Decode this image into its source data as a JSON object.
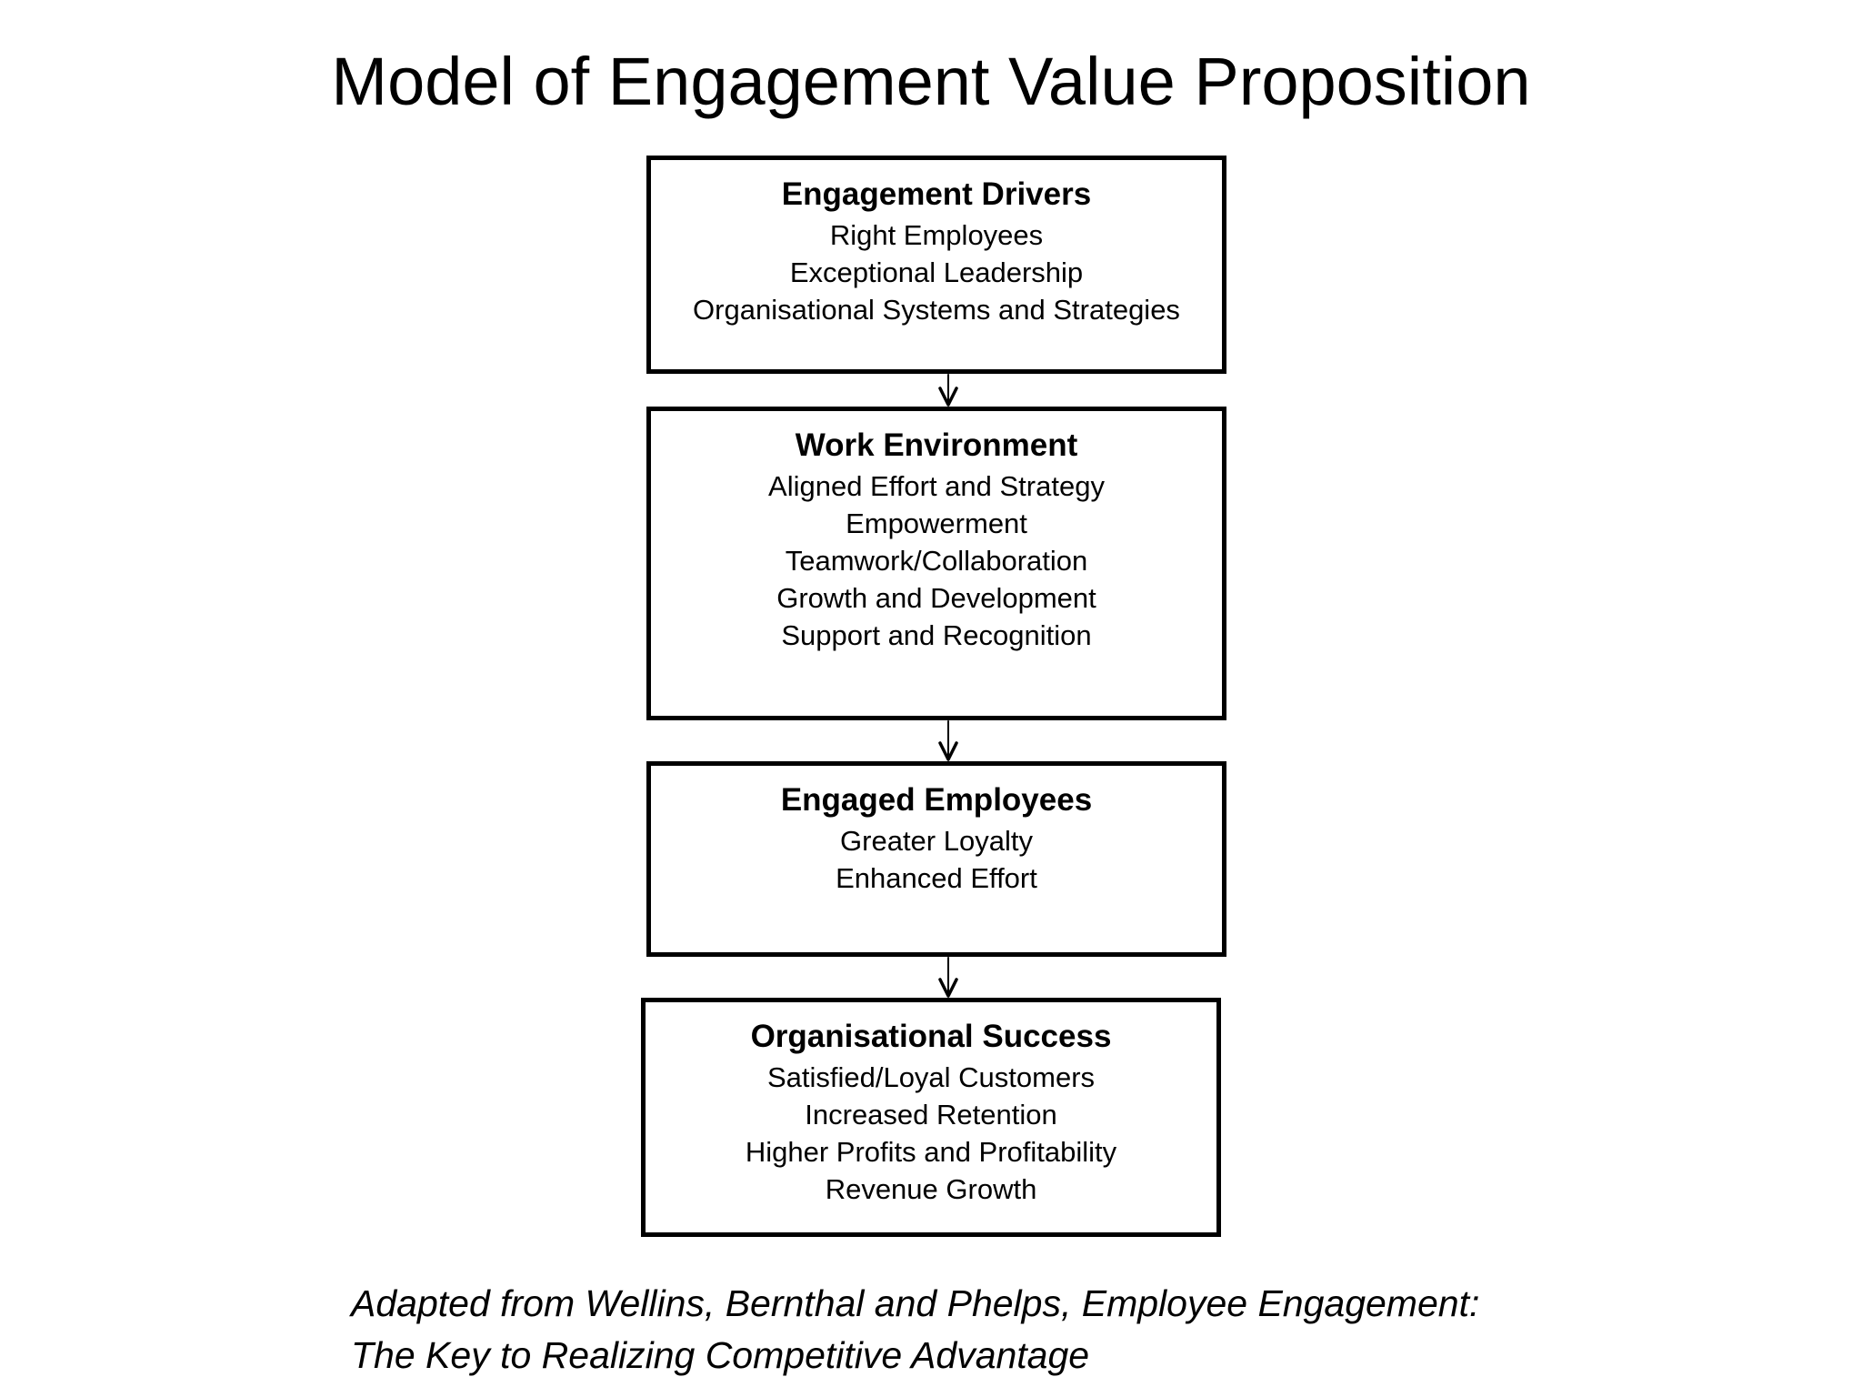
{
  "title": "Model of Engagement Value Proposition",
  "boxes": [
    {
      "heading": "Engagement Drivers",
      "items": [
        "Right Employees",
        "Exceptional Leadership",
        "Organisational Systems and Strategies"
      ]
    },
    {
      "heading": "Work Environment",
      "items": [
        "Aligned Effort and Strategy",
        "Empowerment",
        "Teamwork/Collaboration",
        "Growth and Development",
        "Support and Recognition"
      ]
    },
    {
      "heading": "Engaged Employees",
      "items": [
        "Greater Loyalty",
        "Enhanced Effort"
      ]
    },
    {
      "heading": "Organisational Success",
      "items": [
        "Satisfied/Loyal Customers",
        "Increased Retention",
        "Higher Profits and Profitability",
        "Revenue Growth"
      ]
    }
  ],
  "source": {
    "line1": "Adapted from Wellins, Bernthal and Phelps, Employee Engagement:",
    "line2": "The Key to Realizing Competitive Advantage"
  }
}
